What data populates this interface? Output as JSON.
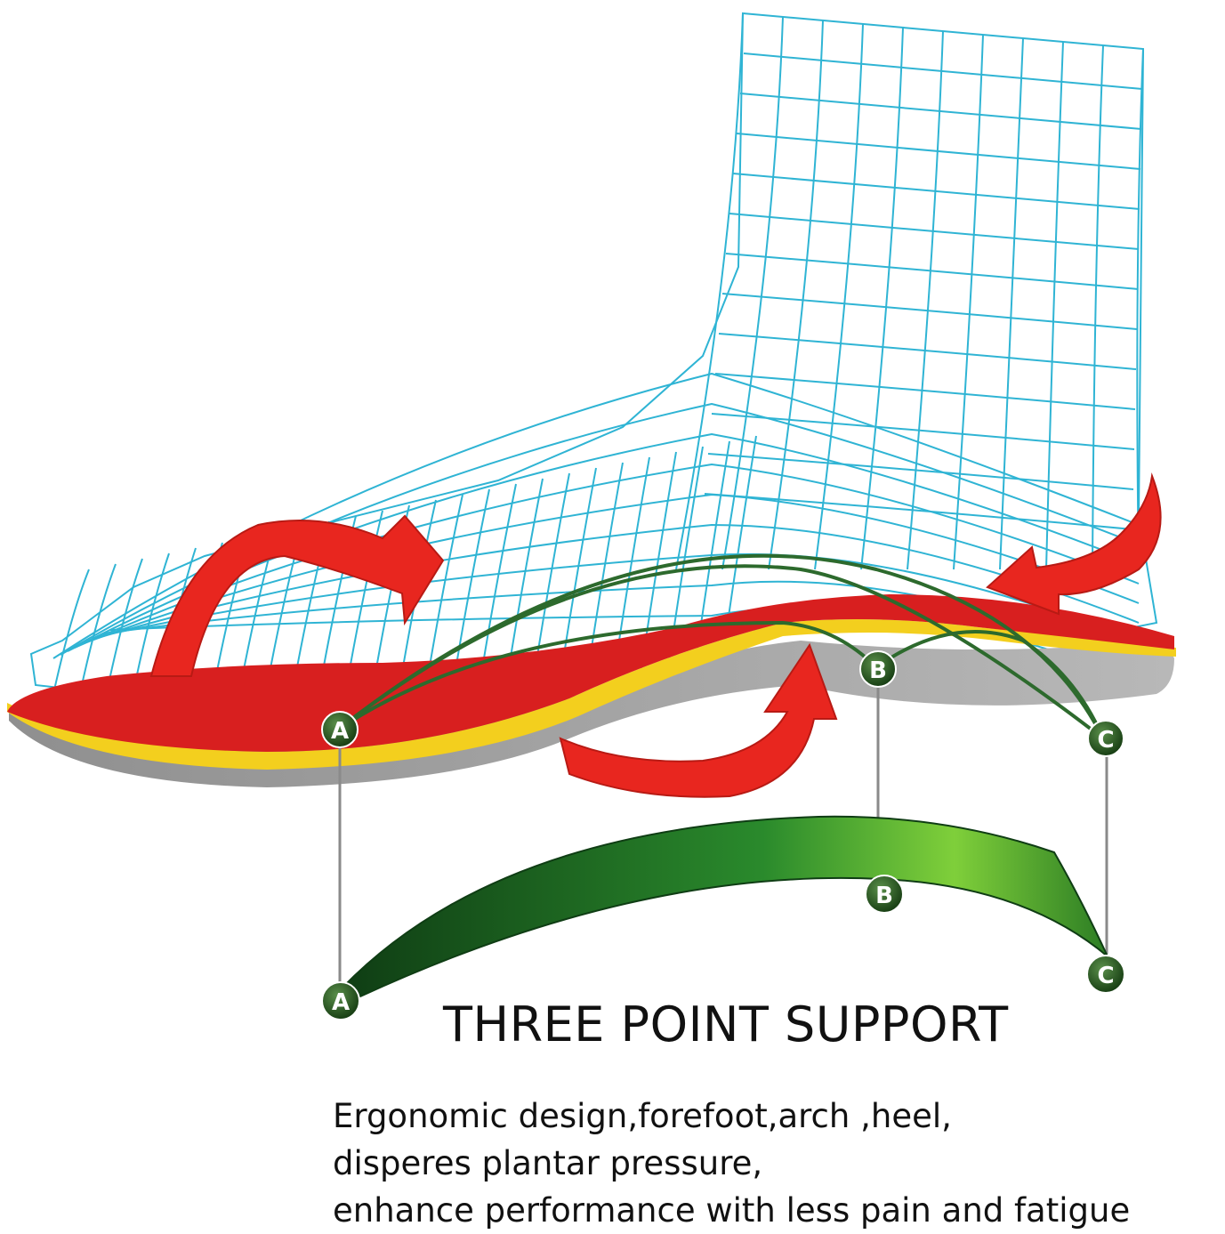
{
  "title": "THREE POINT SUPPORT",
  "description": [
    "Ergonomic design,forefoot,arch ,heel,",
    "disperes plantar pressure,",
    "enhance performance with less pain and fatigue"
  ],
  "points": {
    "a": "A",
    "b": "B",
    "c": "C"
  },
  "colors": {
    "wireframe": "#2fb4d4",
    "insole_red": "#d81f1f",
    "insole_yellow": "#f3cf1e",
    "insole_gray": "#a8a8a8",
    "arrow_red": "#e8261f",
    "support_green": "#2e8f2e",
    "marker_dark_green": "#1d4d1d"
  }
}
